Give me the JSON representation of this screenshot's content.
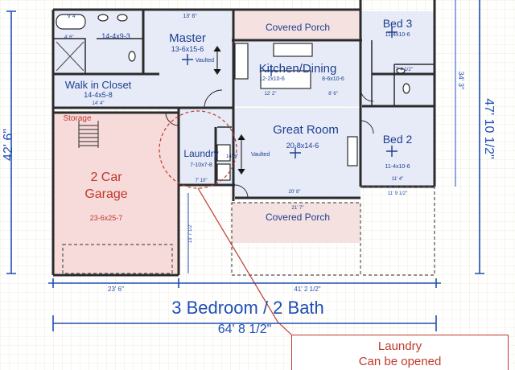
{
  "title": "3 Bedroom / 2 Bath",
  "overall_width": "64' 8 1/2\"",
  "dims": {
    "left_height": "42' 6\"",
    "right_height": "47' 10 1/2\"",
    "right_upper": "34' 3\"",
    "bottom_left": "23' 6\"",
    "bottom_right": "41' 2 1/2\"",
    "garage_side": "13' 7 1/2\"",
    "bed_side": "11' 9 1/2\""
  },
  "rooms": {
    "master": {
      "name": "Master",
      "size": "13-6x15-6",
      "dim": "13' 6\""
    },
    "bath": {
      "size": "14-4x9-3",
      "dim_a": "9' 4\"",
      "dim_b": "4' 6\""
    },
    "closet": {
      "name": "Walk in Closet",
      "size": "14-4x5-8",
      "dim": "14' 4\""
    },
    "storage": {
      "name": "Storage"
    },
    "garage": {
      "name_line1": "2 Car",
      "name_line2": "Garage",
      "size": "23-6x25-7"
    },
    "laundry": {
      "name": "Laundry",
      "size": "7-10x7-8",
      "dim": "7' 10\""
    },
    "kitchen": {
      "name": "Kitchen/Dining",
      "size_a": "12-2x10-6",
      "size_b": "8-6x10-6",
      "dim_a": "12' 2\"",
      "dim_b": "8' 6\""
    },
    "great_room": {
      "name": "Great Room",
      "size": "20-8x14-6",
      "dim": "20' 8\"",
      "side": "14' 6\""
    },
    "porch_top": {
      "name": "Covered Porch"
    },
    "porch_bottom": {
      "name": "Covered Porch",
      "dim": "21' 7\""
    },
    "bed3": {
      "name": "Bed 3",
      "size": "11-4x10-6"
    },
    "bed2": {
      "name": "Bed 2",
      "size": "11-4x10-6",
      "dim": "11' 4\""
    },
    "hall_bath": {
      "dim": "7' 4 1/2\""
    }
  },
  "vaulted": "Vaulted",
  "annotation": {
    "line1": "Laundry",
    "line2": "Can be opened"
  },
  "colors": {
    "wall": "#2b2b2b",
    "dim_blue": "#1f4fb4",
    "room_blue": "#1d3f8f",
    "garage_red": "#c0392b",
    "garage_fill": "#f7dada",
    "porch_fill": "#f6e1e1",
    "room_fill": "#e7ebf8",
    "grid": "#e6e1c8"
  }
}
